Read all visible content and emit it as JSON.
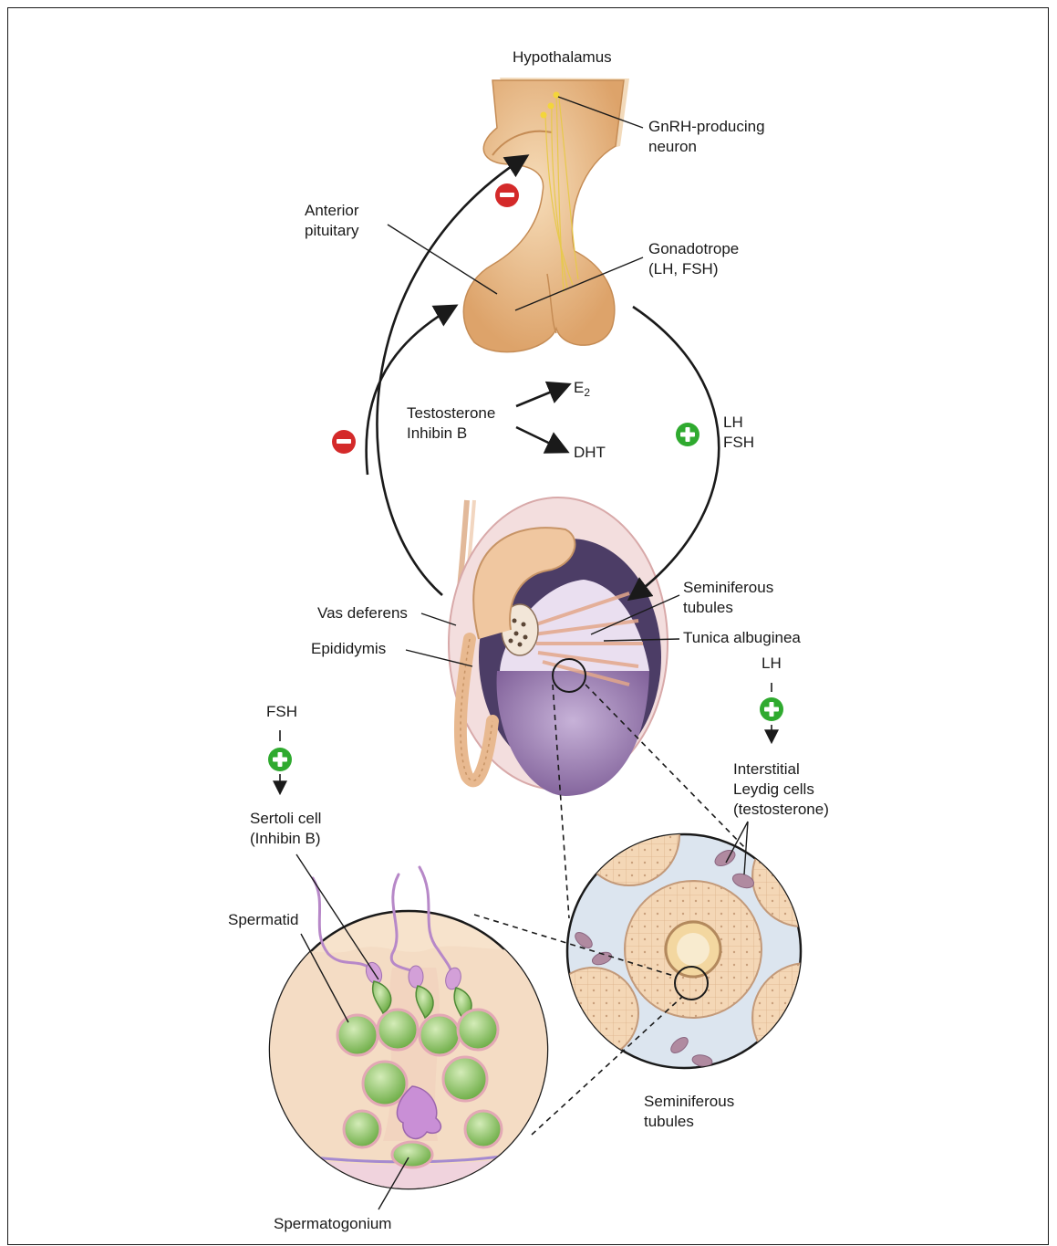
{
  "labels": {
    "hypothalamus": "Hypothalamus",
    "gnrh_line1": "GnRH-producing",
    "gnrh_line2": "neuron",
    "anterior_line1": "Anterior",
    "anterior_line2": "pituitary",
    "gonadotrope_line1": "Gonadotrope",
    "gonadotrope_line2": "(LH, FSH)",
    "testosterone": "Testosterone",
    "inhibin_b": "Inhibin B",
    "e2_base": "E",
    "e2_sub": "2",
    "dht": "DHT",
    "lh_right": "LH",
    "fsh_right": "FSH",
    "vas_deferens": "Vas deferens",
    "epididymis": "Epididymis",
    "semi_top_line1": "Seminiferous",
    "semi_top_line2": "tubules",
    "tunica": "Tunica albuginea",
    "lh_leydig": "LH",
    "fsh_sertoli": "FSH",
    "interstitial_line1": "Interstitial",
    "interstitial_line2": "Leydig cells",
    "interstitial_line3": "(testosterone)",
    "sertoli_line1": "Sertoli cell",
    "sertoli_line2": "(Inhibin B)",
    "spermatid": "Spermatid",
    "semi_bottom_line1": "Seminiferous",
    "semi_bottom_line2": "tubules",
    "spermatogonium": "Spermatogonium"
  },
  "colors": {
    "inhibit": "#d42a2a",
    "stimulate": "#2faa2f",
    "pituitary": "#e9bf8c",
    "testis_purple": "#9a7fb0",
    "sperm_green": "#8fc46a",
    "sperm_tail": "#b488c2"
  }
}
